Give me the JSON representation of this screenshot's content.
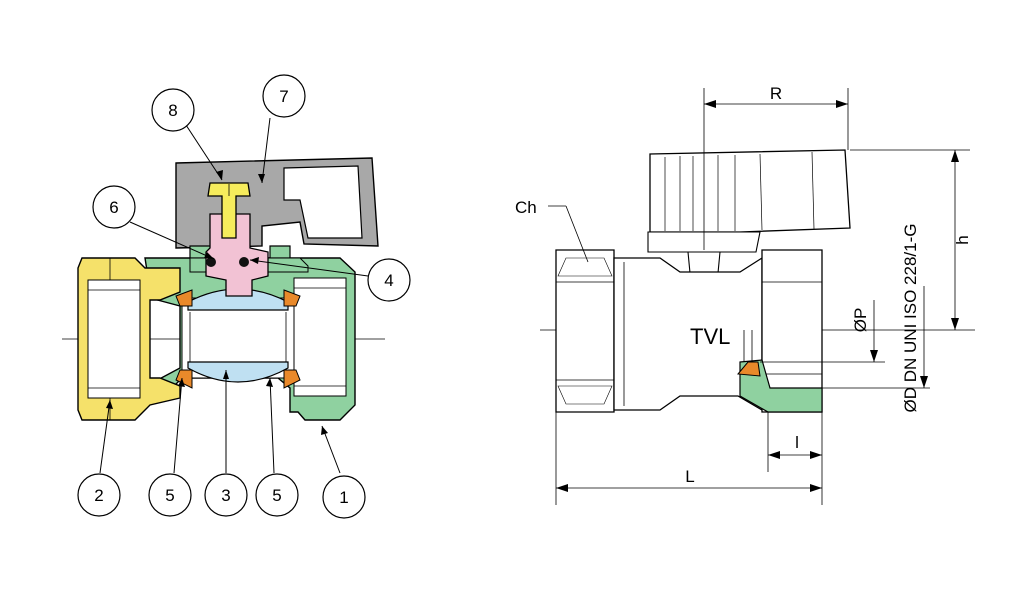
{
  "section_view": {
    "callouts": [
      "8",
      "7",
      "6",
      "4",
      "2",
      "5",
      "3",
      "5",
      "1"
    ]
  },
  "side_view": {
    "body_marking": "TVL",
    "dimensions": {
      "handle_reach": "R",
      "hex_across_flats": "Ch",
      "height": "h",
      "port_diameter": "ØP",
      "thread_designation": "ØD DN UNI ISO 228/1-G",
      "thread_length": "l",
      "overall_length": "L"
    }
  },
  "colors": {
    "nut_yellow": "#f5e16a",
    "body_green": "#8fd1a0",
    "stem_pink": "#f2c2d4",
    "ball_blue": "#bfe0f2",
    "seat_orange": "#e9892a",
    "screw_yellow": "#f6ec5c",
    "handle_grey": "#a8a8a8"
  }
}
